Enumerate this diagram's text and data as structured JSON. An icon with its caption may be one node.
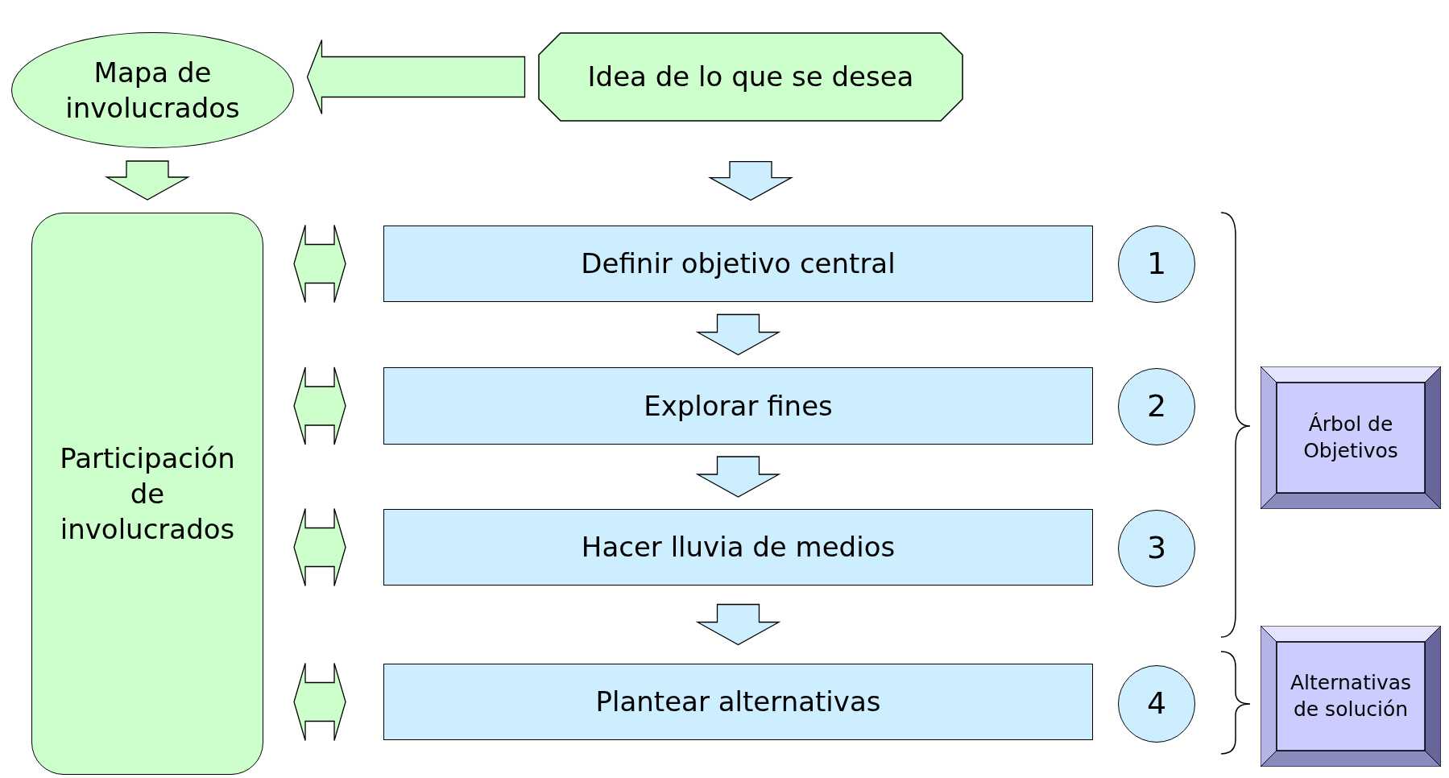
{
  "diagram": {
    "nodes": [
      {
        "text": [
          "Mapa de involucrados"
        ]
      },
      {
        "text": [
          "Idea de lo que se desea"
        ]
      },
      {
        "text": [
          "Participación de involucrados"
        ]
      },
      {
        "text": [
          "Definir objetivo central"
        ]
      },
      {
        "text": [
          "Explorar fines"
        ]
      },
      {
        "text": [
          "Hacer lluvia de medios"
        ]
      },
      {
        "text": [
          "Plantear alternativas"
        ]
      },
      {
        "text": [
          "1"
        ]
      },
      {
        "text": [
          "2"
        ]
      },
      {
        "text": [
          "3"
        ]
      },
      {
        "text": [
          "4"
        ]
      },
      {
        "text": [
          "Árbol de Objetivos"
        ]
      },
      {
        "text": [
          "Alternativas de solución"
        ]
      }
    ],
    "edges": [
      {
        "from": 1,
        "to": 0,
        "arrow": "to"
      },
      {
        "from": 0,
        "to": 2,
        "arrow": "to"
      },
      {
        "from": 1,
        "to": 3,
        "arrow": "to",
        "color": "#cceeff"
      },
      {
        "from": 3,
        "to": 4,
        "arrow": "to",
        "color": "#cceeff"
      },
      {
        "from": 4,
        "to": 5,
        "arrow": "to",
        "color": "#cceeff"
      },
      {
        "from": 5,
        "to": 6,
        "arrow": "to",
        "color": "#cceeff"
      },
      {
        "from": 2,
        "to": 3,
        "arrow": "both"
      },
      {
        "from": 2,
        "to": 4,
        "arrow": "both"
      },
      {
        "from": 2,
        "to": 5,
        "arrow": "both"
      },
      {
        "from": 2,
        "to": 6,
        "arrow": "both"
      }
    ]
  }
}
